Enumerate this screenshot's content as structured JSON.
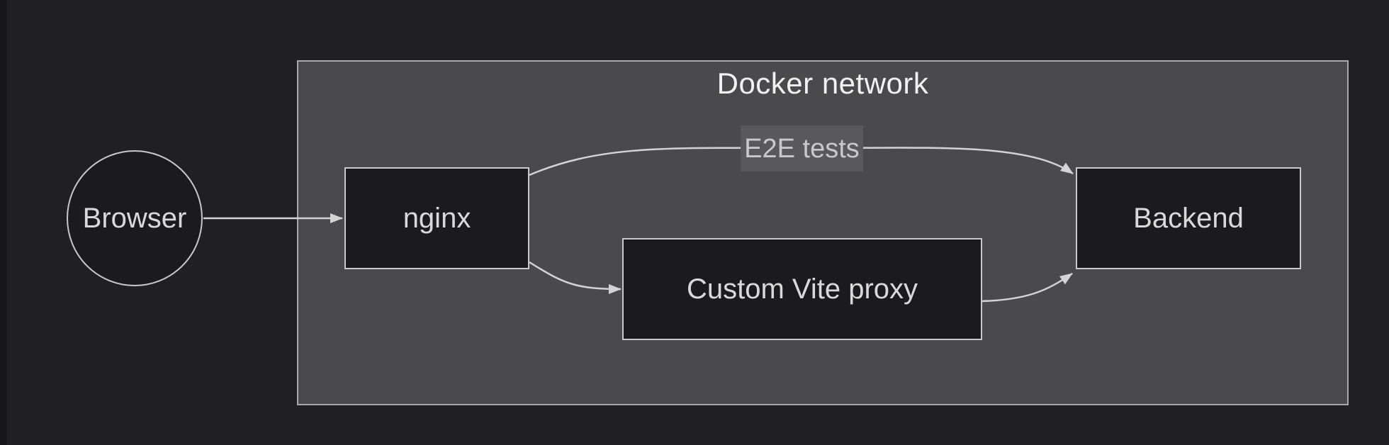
{
  "cluster": {
    "title": "Docker network"
  },
  "nodes": {
    "browser": {
      "label": "Browser",
      "shape": "circle"
    },
    "nginx": {
      "label": "nginx",
      "shape": "rectangle"
    },
    "vite_proxy": {
      "label": "Custom Vite proxy",
      "shape": "rectangle"
    },
    "backend": {
      "label": "Backend",
      "shape": "rectangle"
    }
  },
  "edges": [
    {
      "from": "Browser",
      "to": "nginx"
    },
    {
      "from": "nginx",
      "to": "Backend",
      "label": "E2E tests"
    },
    {
      "from": "nginx",
      "to": "Custom Vite proxy"
    },
    {
      "from": "Custom Vite proxy",
      "to": "Backend"
    }
  ],
  "colors": {
    "canvas_background": "#202022",
    "cluster_background": "#4a4a4c",
    "cluster_border": "#a9a9a9",
    "cluster_title_text": "#f1f1f1",
    "node_background": "#1b1b1d",
    "node_border": "#c9c9c9",
    "node_text": "#d9d9d9",
    "edge_stroke": "#d4d4d4",
    "edge_label_background": "#59595b",
    "edge_label_text": "#c9c9c9"
  }
}
